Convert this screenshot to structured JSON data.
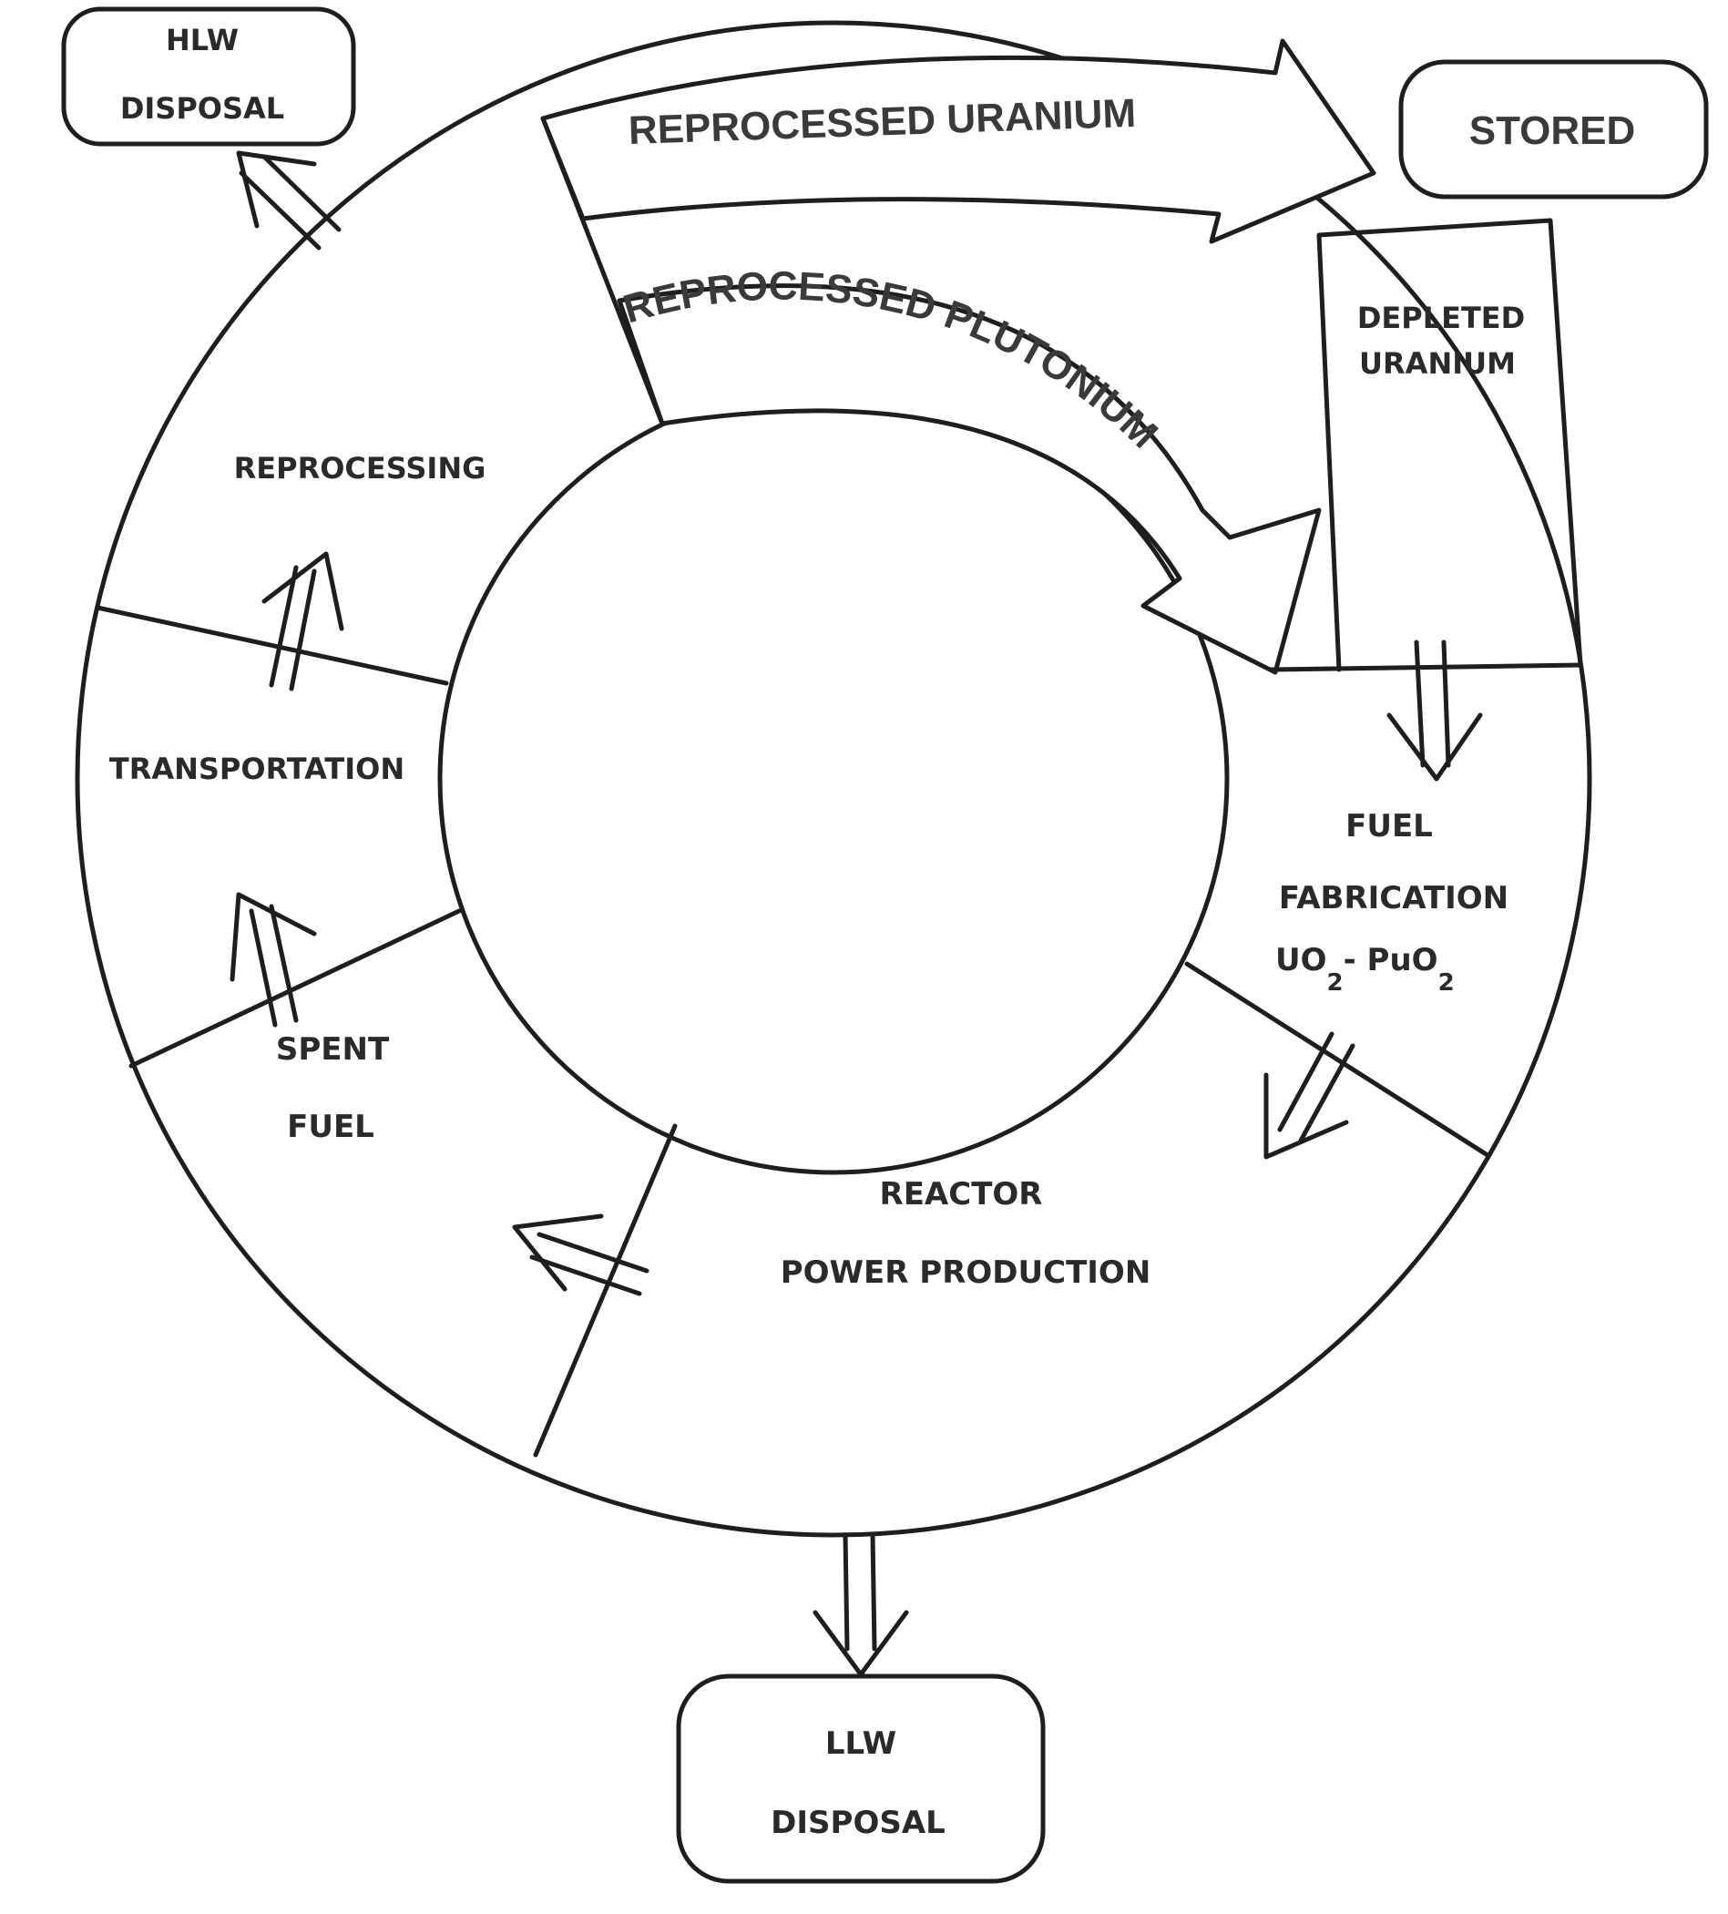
{
  "diagram": {
    "stages": {
      "reprocessing": "REPROCESSING",
      "transportation": "TRANSPORTATION",
      "spent_fuel_line1": "SPENT",
      "spent_fuel_line2": "FUEL",
      "reactor_line1": "REACTOR",
      "reactor_line2": "POWER PRODUCTION",
      "fuel_fab_line1": "FUEL",
      "fuel_fab_line2": "FABRICATION",
      "fuel_fab_formula_a": "UO",
      "fuel_fab_sub_a": "2",
      "fuel_fab_formula_sep": "- PuO",
      "fuel_fab_sub_b": "2"
    },
    "boxes": {
      "hlw_line1": "HLW",
      "hlw_line2": "DISPOSAL",
      "stored": "STORED",
      "depleted_line1": "DEPLETED",
      "depleted_line2": "URANIUM",
      "llw_line1": "LLW",
      "llw_line2": "DISPOSAL"
    },
    "arrows": {
      "reprocessed_uranium": "REPROCESSED URANIUM",
      "reprocessed_plutonium": "REPROCESSED PLUTONIUM"
    }
  }
}
